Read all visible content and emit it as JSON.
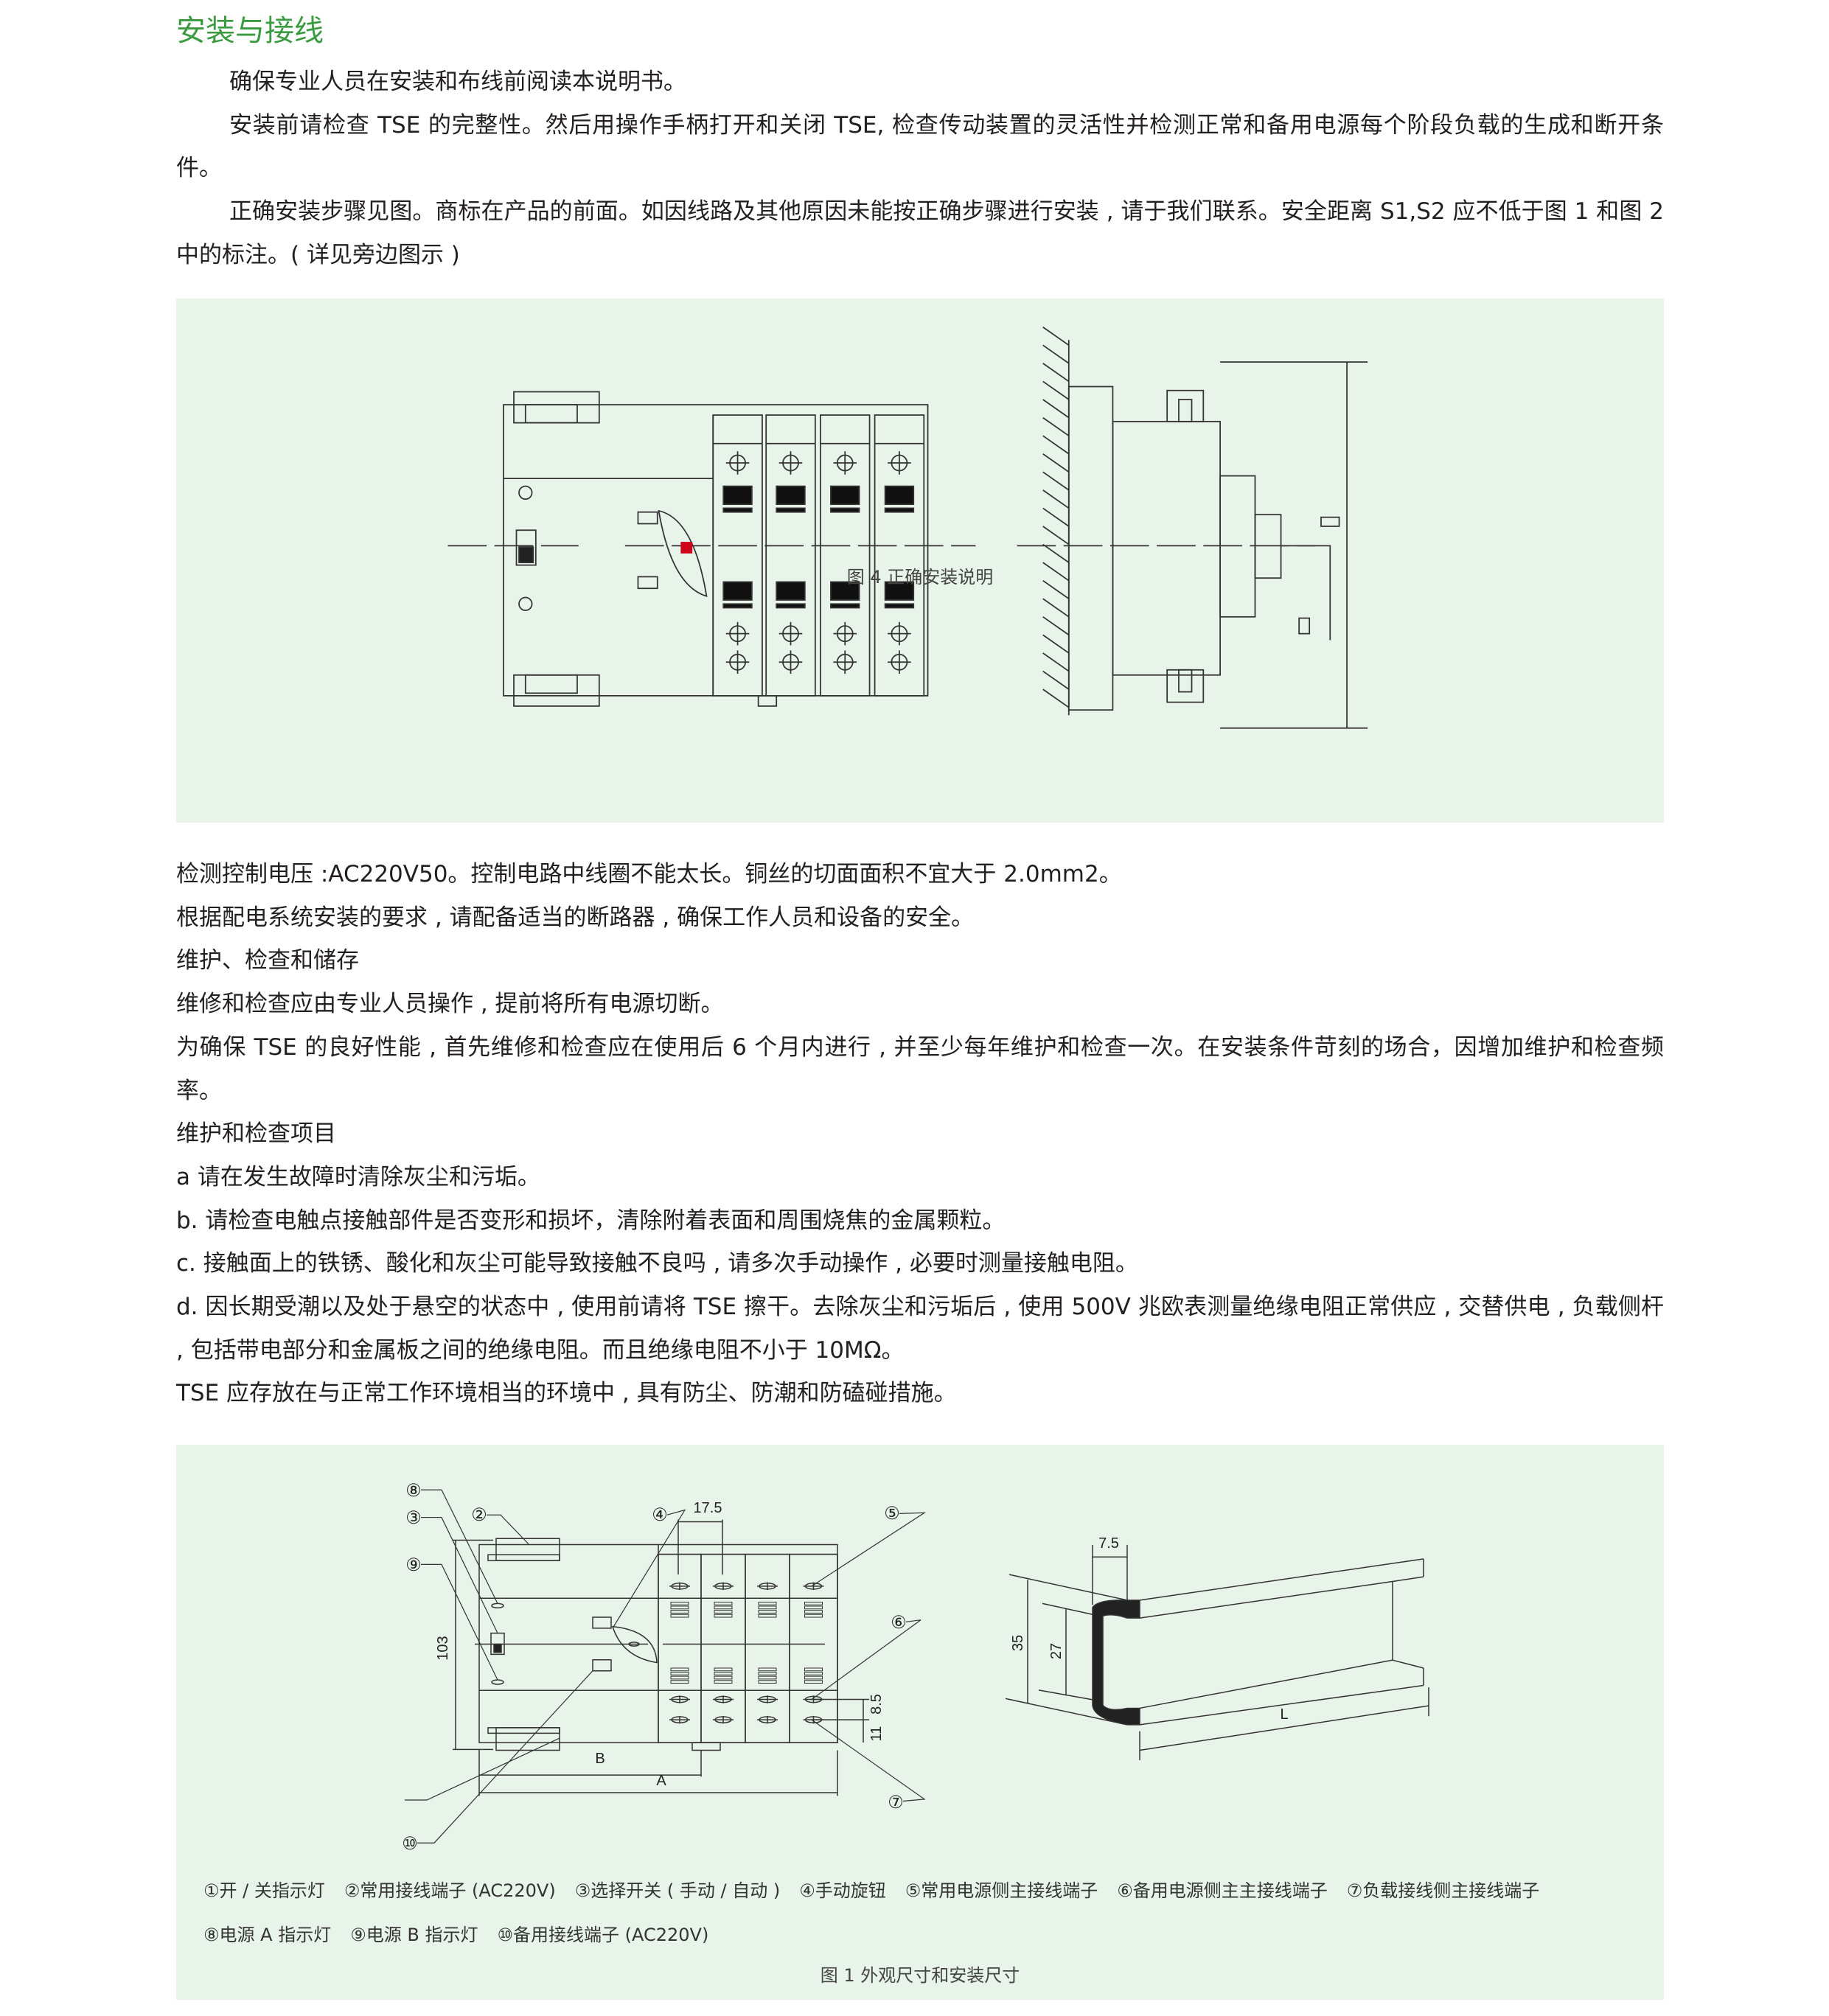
{
  "section_title": "安装与接线",
  "intro": [
    "确保专业人员在安装和布线前阅读本说明书。",
    "安装前请检查 TSE 的完整性。然后用操作手柄打开和关闭 TSE, 检查传动装置的灵活性并检测正常和备用电源每个阶段负载的生成和断开条件。",
    "正确安装步骤见图。商标在产品的前面。如因线路及其他原因未能按正确步骤进行安装 , 请于我们联系。安全距离 S1,S2 应不低于图 1 和图 2 中的标注。( 详见旁边图示 )"
  ],
  "figure4": {
    "caption": "图 4 正确安装说明"
  },
  "body": [
    "检测控制电压 :AC220V50。控制电路中线圈不能太长。铜丝的切面面积不宜大于 2.0mm2。",
    "根据配电系统安装的要求 , 请配备适当的断路器 , 确保工作人员和设备的安全。",
    "维护、检查和储存",
    "维修和检查应由专业人员操作 , 提前将所有电源切断。",
    "为确保 TSE 的良好性能 , 首先维修和检查应在使用后 6 个月内进行 , 并至少每年维护和检查一次。在安装条件苛刻的场合，因增加维护和检查频率。",
    "维护和检查项目",
    "a 请在发生故障时清除灰尘和污垢。",
    "b. 请检查电触点接触部件是否变形和损坏，清除附着表面和周围烧焦的金属颗粒。",
    "c. 接触面上的铁锈、酸化和灰尘可能导致接触不良吗 , 请多次手动操作 , 必要时测量接触电阻。",
    "d. 因长期受潮以及处于悬空的状态中 , 使用前请将 TSE 擦干。去除灰尘和污垢后 , 使用 500V 兆欧表测量绝缘电阻正常供应 , 交替供电 , 负载侧杆 , 包括带电部分和金属板之间的绝缘电阻。而且绝缘电阻不小于 10MΩ。",
    "TSE 应存放在与正常工作环境相当的环境中 , 具有防尘、防潮和防磕碰措施。"
  ],
  "figure1": {
    "caption": "图 1 外观尺寸和安装尺寸",
    "dims": {
      "d17_5": "17.5",
      "d103": "103",
      "d8_5": "8.5",
      "d11": "11",
      "B": "B",
      "A": "A",
      "d7_5": "7.5",
      "d35": "35",
      "d27": "27",
      "L": "L"
    },
    "callouts": {
      "c2": "②",
      "c3": "③",
      "c4": "④",
      "c5": "⑤",
      "c6": "⑥",
      "c7": "⑦",
      "c8": "⑧",
      "c9": "⑨",
      "c10": "⑩"
    },
    "legend_row1": [
      "①开 / 关指示灯",
      "②常用接线端子 (AC220V)",
      "③选择开关 ( 手动 / 自动 )",
      "④手动旋钮",
      "⑤常用电源侧主接线端子",
      "⑥备用电源侧主主接线端子",
      "⑦负载接线侧主接线端子"
    ],
    "legend_row2": [
      "⑧电源 A 指示灯",
      "⑨电源 B 指示灯",
      "⑩备用接线端子 (AC220V)"
    ]
  },
  "colors": {
    "title": "#3a9a3f",
    "panel_bg": "#e8f3ea",
    "handle_indicator": "#d0021b"
  }
}
